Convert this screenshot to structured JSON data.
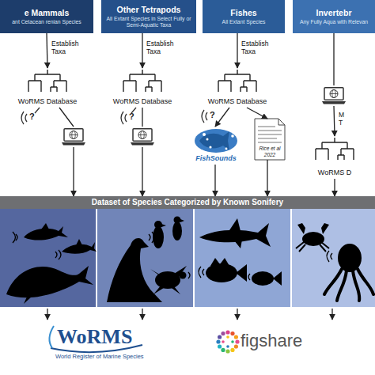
{
  "diagram": {
    "nodes": [
      {
        "text": [
          "e Mammals",
          "ant Cetacean renian Species"
        ]
      },
      {
        "text": [
          "Other Tetrapods",
          "All Extant Species in Select Fully or Semi-Aquatic Taxa"
        ]
      },
      {
        "text": [
          "Fishes",
          "All Extant Species"
        ]
      },
      {
        "text": [
          "Invertebr",
          "Any Fully Aqua with Relevan"
        ]
      },
      {
        "text": [
          "WoRMS Database"
        ]
      },
      {
        "text": [
          "WoRMS Database"
        ]
      },
      {
        "text": [
          "WoRMS Database"
        ]
      },
      {
        "text": [
          "WoRMS D"
        ]
      },
      {
        "text": [
          "FishSounds"
        ]
      },
      {
        "text": [
          "Rice et al 2022"
        ]
      },
      {
        "text": [
          "Dataset of Species Categorized by Known Sonifery"
        ]
      }
    ],
    "edges": [
      {
        "from": 0,
        "to": 4,
        "arrow": "to",
        "label": "Establish Taxa"
      },
      {
        "from": 1,
        "to": 5,
        "arrow": "to",
        "label": "Establish Taxa"
      },
      {
        "from": 2,
        "to": 6,
        "arrow": "to",
        "label": "Establish Taxa"
      },
      {
        "from": 3,
        "to": 7,
        "arrow": "to",
        "label": "M T"
      },
      {
        "from": 4,
        "to": 10,
        "arrow": "to"
      },
      {
        "from": 5,
        "to": 10,
        "arrow": "to"
      },
      {
        "from": 6,
        "to": 8,
        "arrow": "to"
      },
      {
        "from": 6,
        "to": 9,
        "arrow": "to"
      },
      {
        "from": 7,
        "to": 10,
        "arrow": "to"
      },
      {
        "from": 8,
        "to": 10,
        "arrow": "to"
      },
      {
        "from": 9,
        "to": 10,
        "arrow": "to"
      }
    ],
    "labels": [
      "?",
      "?",
      "?",
      "WoRMS",
      "World Register of Marine Species",
      "figshare"
    ]
  }
}
